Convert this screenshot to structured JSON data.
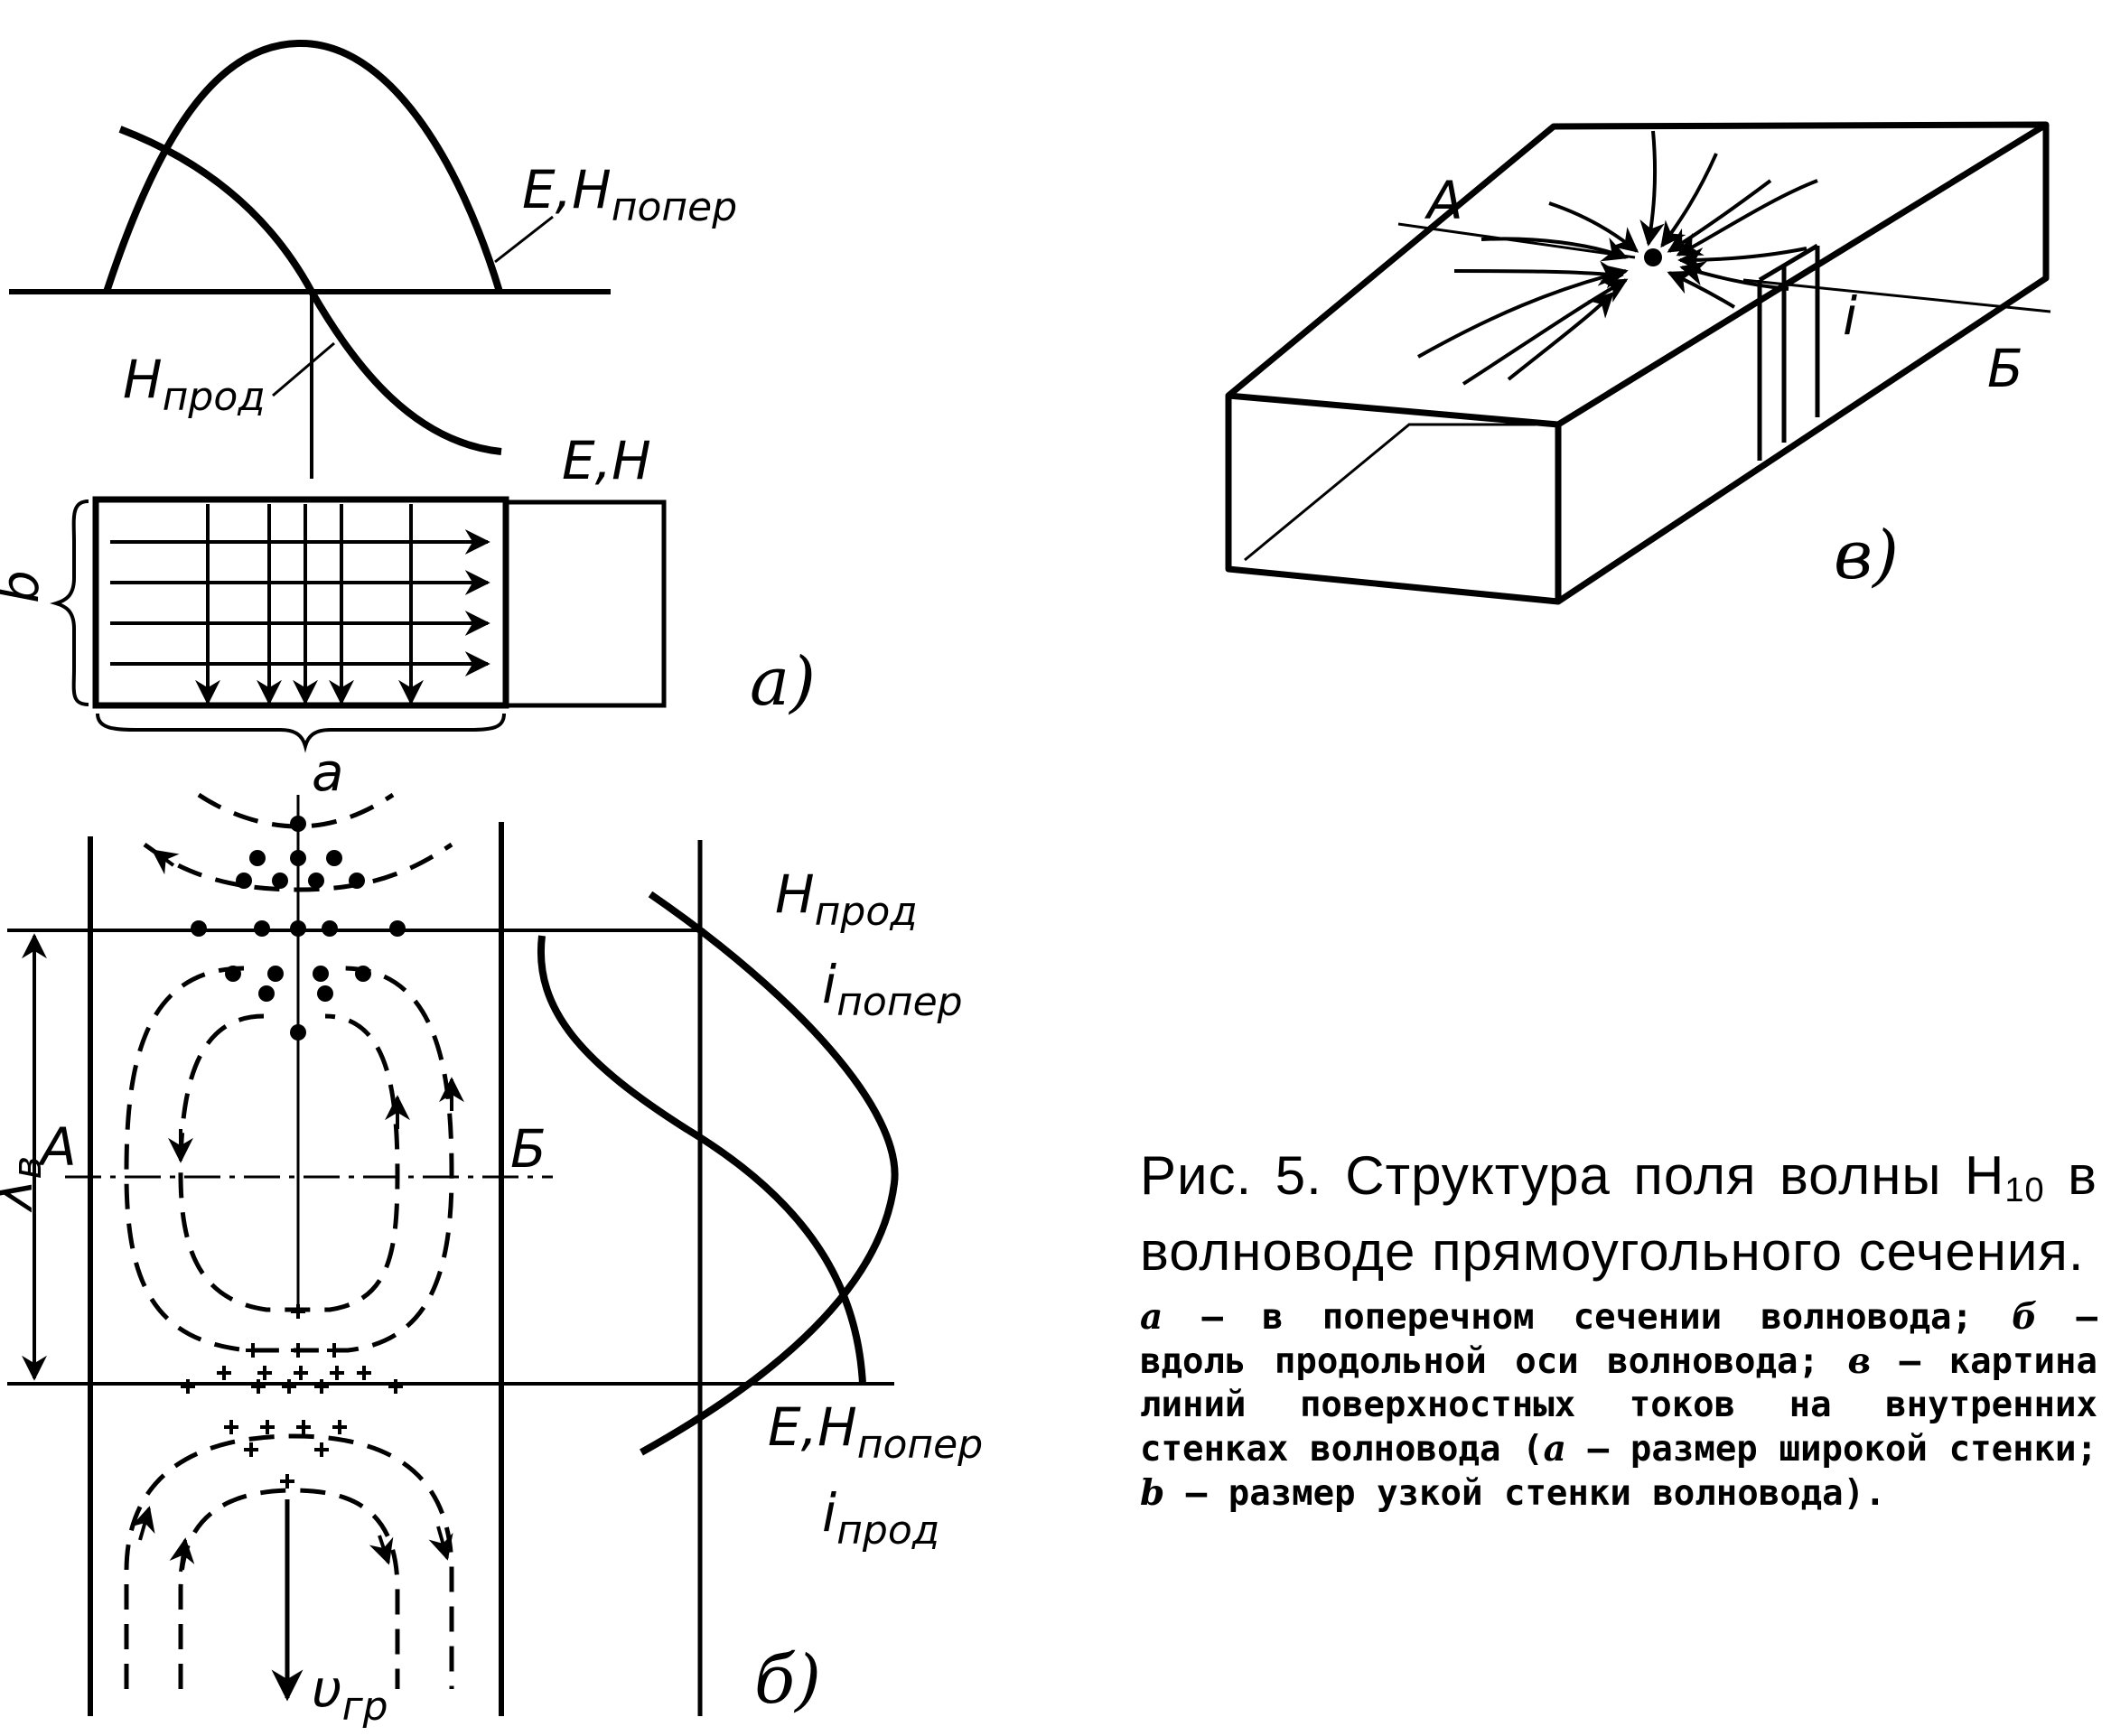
{
  "panel_a": {
    "curve_label_transverse": "E,H",
    "curve_label_transverse_sub": "попер",
    "curve_label_longitudinal": "H",
    "curve_label_longitudinal_sub": "прод",
    "field_label": "E,H",
    "dim_narrow": "b",
    "dim_wide": "a",
    "panel_letter": "а)"
  },
  "panel_b": {
    "label_h_long": "H",
    "label_h_long_sub": "прод",
    "label_i_trans": "i",
    "label_i_trans_sub": "попер",
    "label_section_a": "А",
    "label_section_b": "Б",
    "label_wavelength": "λ",
    "label_wavelength_sub": "в",
    "label_e_h_trans": "E,H",
    "label_e_h_trans_sub": "попер",
    "label_i_long": "i",
    "label_i_long_sub": "прод",
    "label_velocity": "υ",
    "label_velocity_sub": "гр",
    "panel_letter": "б)"
  },
  "panel_c": {
    "label_a": "А",
    "label_b": "Б",
    "label_i": "i",
    "panel_letter": "в)"
  },
  "caption": {
    "title_prefix": "Рис. 5. Структура поля волны H",
    "title_sub": "10",
    "title_suffix": " в волноводе прямоугольного сечения.",
    "body_a_letter": "а",
    "body_a_text": " — в поперечном сечении волновода; ",
    "body_b_letter": "б",
    "body_b_text": " — вдоль продольной оси волновода; ",
    "body_c_letter": "в",
    "body_c_text": " — картина линий поверхностных токов на внутренних стенках волновода (",
    "body_a2_letter": "а",
    "body_a2_text": " — размер широкой стенки; ",
    "body_b2_letter": "b",
    "body_b2_text": " — размер узкой стенки волновода)."
  }
}
